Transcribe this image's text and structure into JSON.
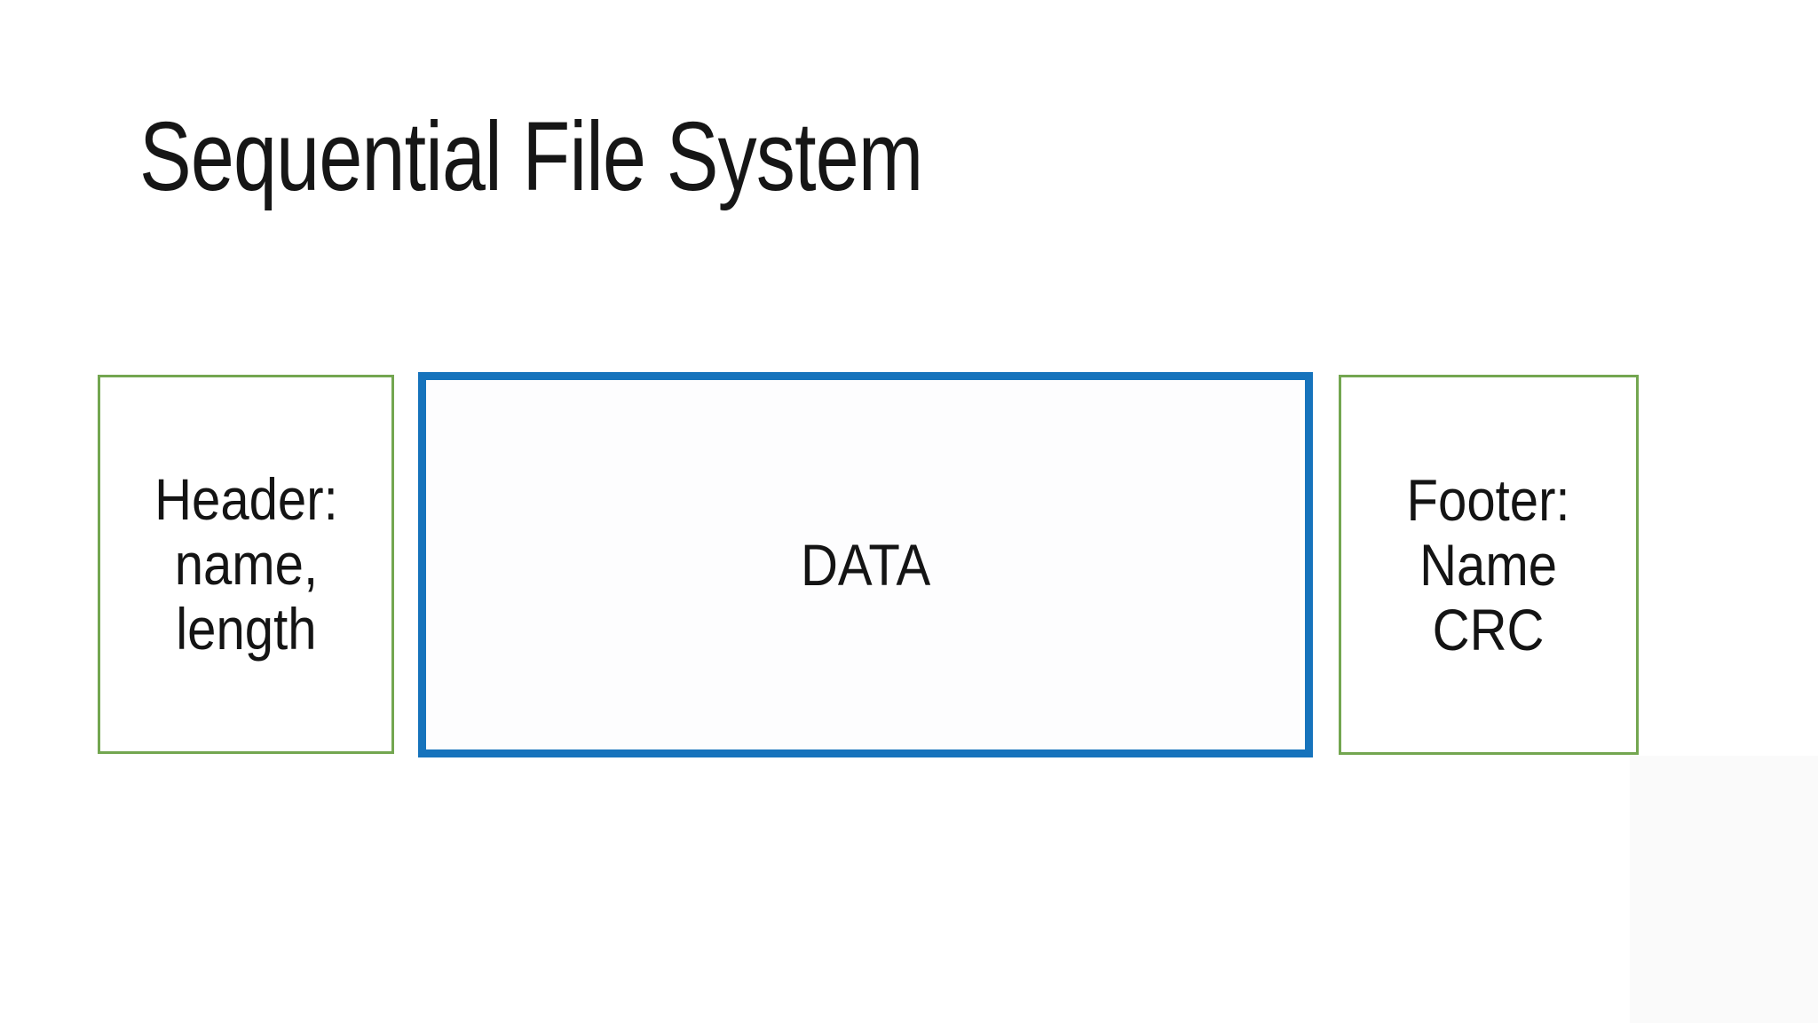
{
  "slide": {
    "title": "Sequential File System"
  },
  "blocks": [
    {
      "id": "header",
      "lines": [
        "Header:",
        "name,",
        "length"
      ],
      "outline_color": "#73A650",
      "outline_weight": "thin"
    },
    {
      "id": "data",
      "lines": [
        "DATA"
      ],
      "outline_color": "#1673BC",
      "outline_weight": "thick"
    },
    {
      "id": "footer",
      "lines": [
        "Footer:",
        "Name",
        "CRC"
      ],
      "outline_color": "#73A650",
      "outline_weight": "thin"
    }
  ],
  "colors": {
    "background": "#FFFFFF",
    "title_text": "#161616",
    "body_text": "#141414",
    "green_outline": "#73A650",
    "blue_outline": "#1673BC",
    "corner_shade": "#FAFAFA"
  }
}
